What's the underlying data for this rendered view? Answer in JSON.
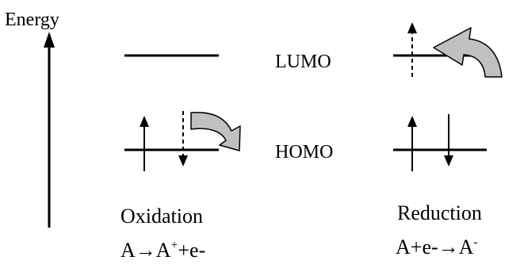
{
  "labels": {
    "energy": "Energy",
    "lumo": "LUMO",
    "homo": "HOMO",
    "oxidation": "Oxidation",
    "reduction": "Reduction"
  },
  "equations": {
    "oxidation": {
      "base": "A→A",
      "sup": "+",
      "tail": "+e-"
    },
    "reduction": {
      "base": "A+e-→A",
      "sup": "-"
    }
  },
  "colors": {
    "line": "#000000",
    "arrow_fill": "#c0c0c0",
    "background": "#ffffff"
  }
}
